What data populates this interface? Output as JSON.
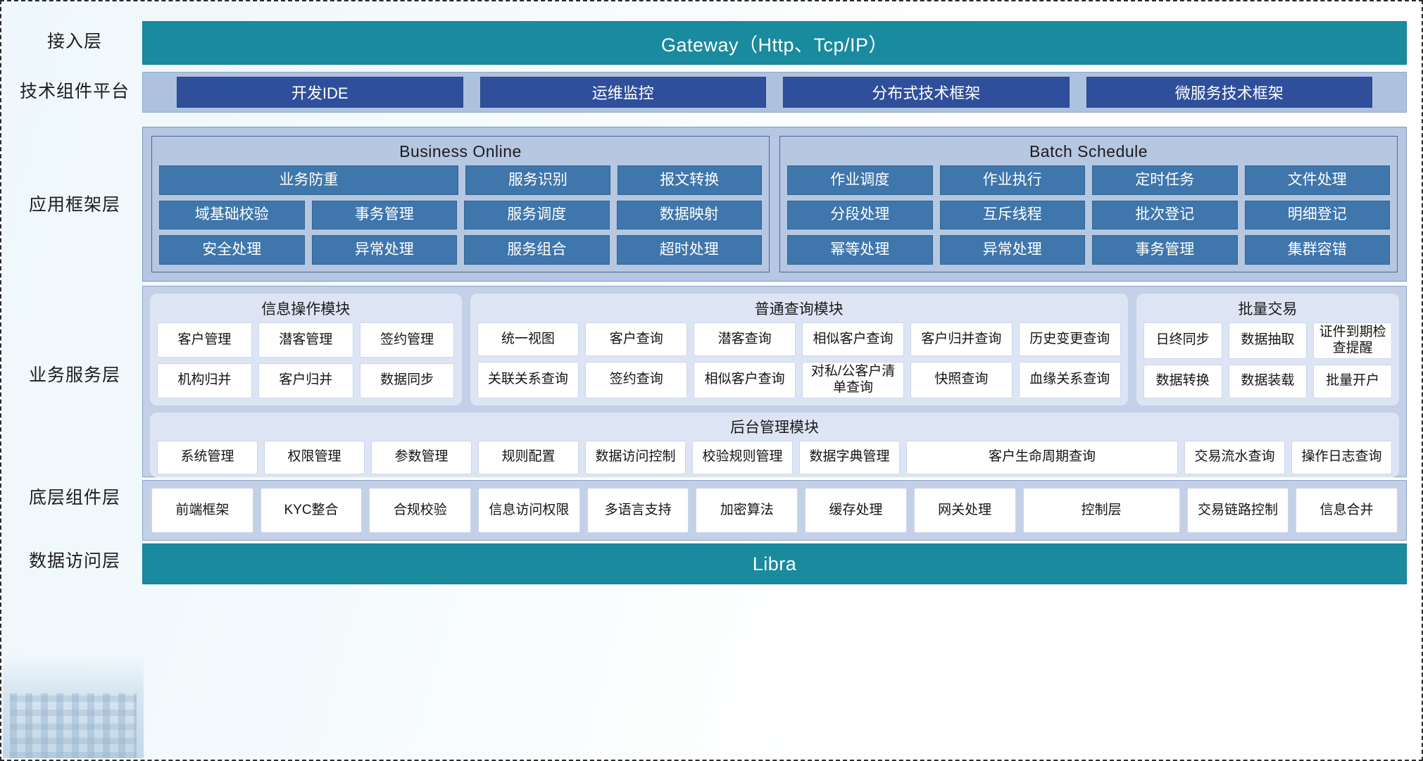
{
  "diagram": {
    "title": "Layered Application Architecture",
    "colors": {
      "teal": "#1a8a9e",
      "dark_blue_chip": "#2f4f9b",
      "mid_blue_cell": "#3f76ab",
      "band_blue": "#b6c7e2",
      "module_bg": "#dde5f4"
    }
  },
  "layers": [
    {
      "label": "接入层"
    },
    {
      "label": "技术组件平台"
    },
    {
      "label": "应用框架层"
    },
    {
      "label": "业务服务层"
    },
    {
      "label": "底层组件层"
    },
    {
      "label": "数据访问层"
    }
  ],
  "access_layer": {
    "bar_label": "Gateway（Http、Tcp/IP）"
  },
  "tech_platform": {
    "chips": [
      {
        "label": "开发IDE"
      },
      {
        "label": "运维监控"
      },
      {
        "label": "分布式技术框架"
      },
      {
        "label": "微服务技术框架"
      }
    ]
  },
  "app_framework": {
    "groups": [
      {
        "title": "Business Online",
        "rows": [
          [
            {
              "label": "业务防重",
              "span": 2
            },
            {
              "label": "服务识别",
              "span": 1
            },
            {
              "label": "报文转换",
              "span": 1
            }
          ],
          [
            {
              "label": "域基础校验",
              "span": 1
            },
            {
              "label": "事务管理",
              "span": 1
            },
            {
              "label": "服务调度",
              "span": 1
            },
            {
              "label": "数据映射",
              "span": 1
            }
          ],
          [
            {
              "label": "安全处理",
              "span": 1
            },
            {
              "label": "异常处理",
              "span": 1
            },
            {
              "label": "服务组合",
              "span": 1
            },
            {
              "label": "超时处理",
              "span": 1
            }
          ]
        ]
      },
      {
        "title": "Batch Schedule",
        "rows": [
          [
            {
              "label": "作业调度",
              "span": 1
            },
            {
              "label": "作业执行",
              "span": 1
            },
            {
              "label": "定时任务",
              "span": 1
            },
            {
              "label": "文件处理",
              "span": 1
            }
          ],
          [
            {
              "label": "分段处理",
              "span": 1
            },
            {
              "label": "互斥线程",
              "span": 1
            },
            {
              "label": "批次登记",
              "span": 1
            },
            {
              "label": "明细登记",
              "span": 1
            }
          ],
          [
            {
              "label": "幂等处理",
              "span": 1
            },
            {
              "label": "异常处理",
              "span": 1
            },
            {
              "label": "事务管理",
              "span": 1
            },
            {
              "label": "集群容错",
              "span": 1
            }
          ]
        ]
      }
    ]
  },
  "business_service": {
    "modules": [
      {
        "title": "信息操作模块",
        "rows": [
          [
            {
              "label": "客户管理"
            },
            {
              "label": "潜客管理"
            },
            {
              "label": "签约管理"
            }
          ],
          [
            {
              "label": "机构归并"
            },
            {
              "label": "客户归并"
            },
            {
              "label": "数据同步"
            }
          ]
        ]
      },
      {
        "title": "普通查询模块",
        "rows": [
          [
            {
              "label": "统一视图"
            },
            {
              "label": "客户查询"
            },
            {
              "label": "潜客查询"
            },
            {
              "label": "相似客户查询"
            },
            {
              "label": "客户归并查询"
            },
            {
              "label": "历史变更查询"
            }
          ],
          [
            {
              "label": "关联关系查询"
            },
            {
              "label": "签约查询"
            },
            {
              "label": "相似客户查询"
            },
            {
              "label": "对私/公客户清单查询"
            },
            {
              "label": "快照查询"
            },
            {
              "label": "血缘关系查询"
            }
          ]
        ]
      },
      {
        "title": "批量交易",
        "rows": [
          [
            {
              "label": "日终同步"
            },
            {
              "label": "数据抽取"
            },
            {
              "label": "证件到期检查提醒"
            }
          ],
          [
            {
              "label": "数据转换"
            },
            {
              "label": "数据装载"
            },
            {
              "label": "批量开户"
            }
          ]
        ]
      }
    ],
    "admin_module": {
      "title": "后台管理模块",
      "cells": [
        {
          "label": "系统管理",
          "width": "1"
        },
        {
          "label": "权限管理",
          "width": "1"
        },
        {
          "label": "参数管理",
          "width": "1"
        },
        {
          "label": "规则配置",
          "width": "1"
        },
        {
          "label": "数据访问控制",
          "width": "1"
        },
        {
          "label": "校验规则管理",
          "width": "1"
        },
        {
          "label": "数据字典管理",
          "width": "1"
        },
        {
          "label": "客户生命周期查询",
          "width": "2.8"
        },
        {
          "label": "交易流水查询",
          "width": "1"
        },
        {
          "label": "操作日志查询",
          "width": "1"
        }
      ]
    }
  },
  "component_layer": {
    "cells": [
      {
        "label": "前端框架"
      },
      {
        "label": "KYC整合"
      },
      {
        "label": "合规校验"
      },
      {
        "label": "信息访问权限"
      },
      {
        "label": "多语言支持"
      },
      {
        "label": "加密算法"
      },
      {
        "label": "缓存处理"
      },
      {
        "label": "网关处理"
      },
      {
        "label": "控制层",
        "wide": true
      },
      {
        "label": "交易链路控制"
      },
      {
        "label": "信息合并"
      }
    ]
  },
  "data_access_layer": {
    "bar_label": "Libra"
  }
}
